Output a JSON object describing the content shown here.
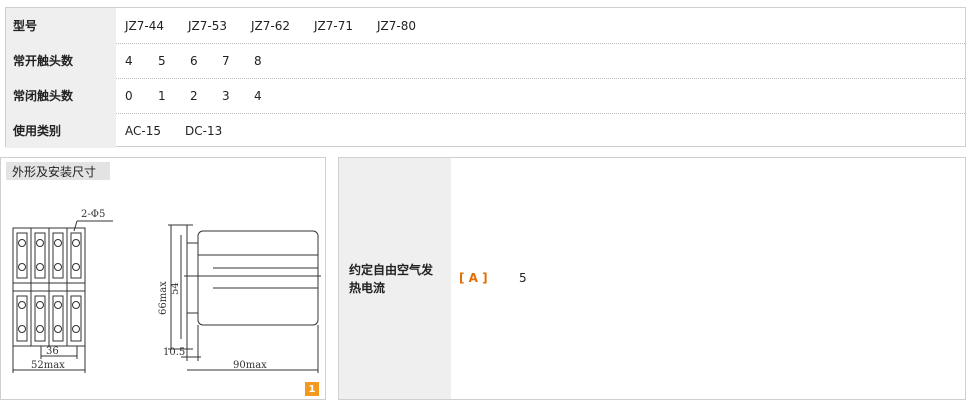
{
  "specs": [
    {
      "label": "型号",
      "values": [
        "JZ7-44",
        "JZ7-53",
        "JZ7-62",
        "JZ7-71",
        "JZ7-80"
      ]
    },
    {
      "label": "常开触头数",
      "values": [
        "4",
        "5",
        "6",
        "7",
        "8"
      ]
    },
    {
      "label": "常闭触头数",
      "values": [
        "0",
        "1",
        "2",
        "3",
        "4"
      ]
    },
    {
      "label": "使用类别",
      "values": [
        "AC-15",
        "DC-13"
      ]
    }
  ],
  "dimensions": {
    "title": "外形及安装尺寸",
    "page_badge": "1",
    "labels": {
      "holes": "2-Φ5",
      "width_36": "36",
      "width_52max": "52max",
      "height_66max": "66max",
      "height_54": "54",
      "offset_10_5": "10.5",
      "length_90max": "90max"
    }
  },
  "thermal_current": {
    "label_line1": "约定自由空气发",
    "label_line2": "热电流",
    "unit": "[ A ]",
    "value": "5"
  }
}
